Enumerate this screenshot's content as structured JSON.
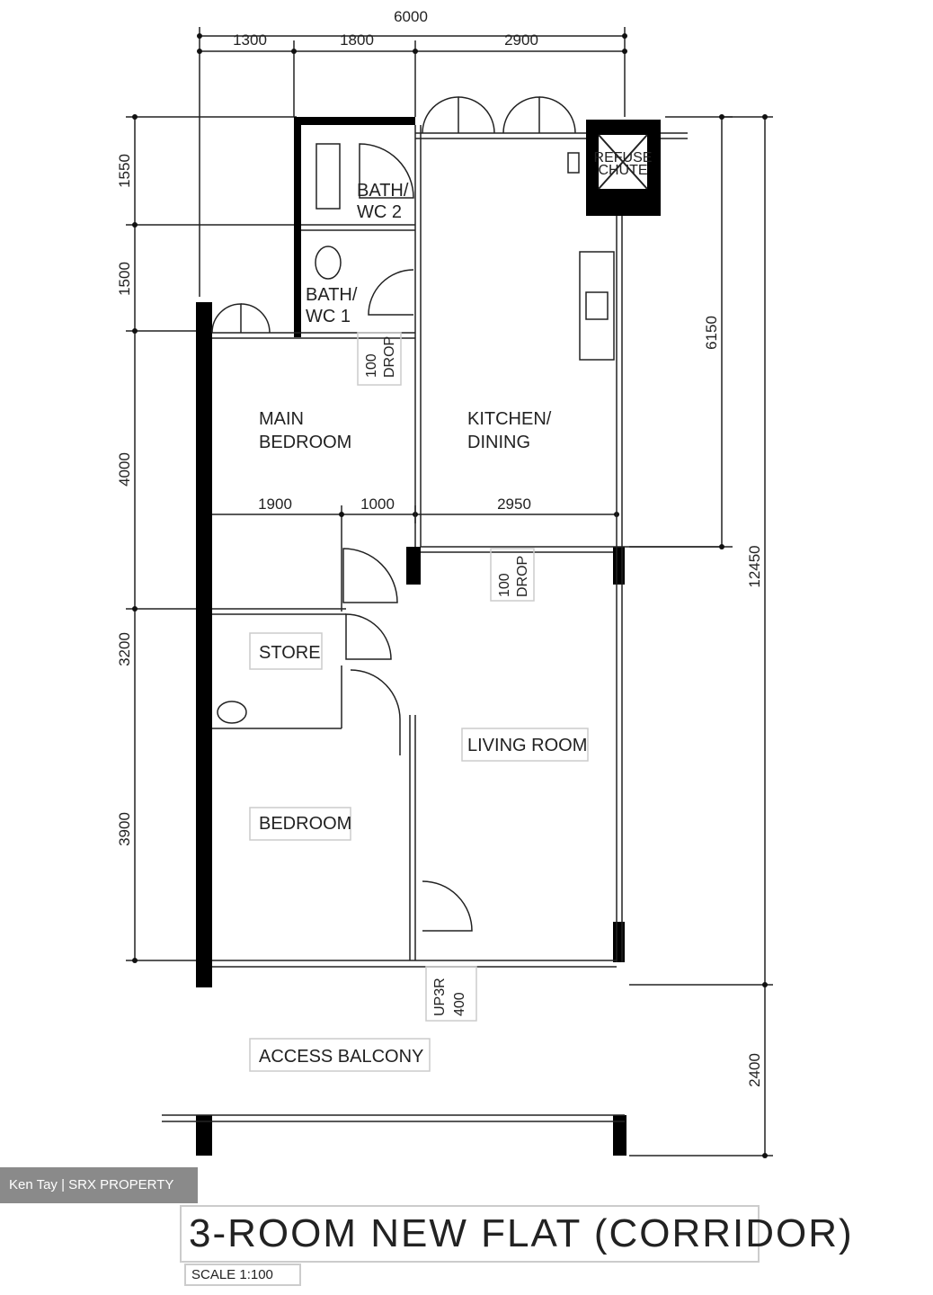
{
  "dimensions": {
    "top_total": "6000",
    "top_segments": [
      "1300",
      "1800",
      "2900"
    ],
    "left": [
      "1550",
      "1500",
      "4000",
      "3200",
      "3900"
    ],
    "right_kitchen": "6150",
    "right_total": "12450",
    "right_balcony": "2400",
    "inner": [
      "1900",
      "1000",
      "2950"
    ]
  },
  "rooms": {
    "bath_wc2": [
      "BATH/",
      "WC 2"
    ],
    "bath_wc1": [
      "BATH/",
      "WC 1"
    ],
    "refuse_chute": [
      "REFUSE",
      "CHUTE"
    ],
    "main_bedroom": [
      "MAIN",
      "BEDROOM"
    ],
    "kitchen": [
      "KITCHEN/",
      "DINING"
    ],
    "store": "STORE",
    "living_room": "LIVING ROOM",
    "bedroom": "BEDROOM",
    "access_balcony": "ACCESS  BALCONY"
  },
  "drops": {
    "drop1": [
      "100",
      "DROP"
    ],
    "drop2": [
      "100",
      "DROP"
    ],
    "step": [
      "UP3R",
      "400"
    ]
  },
  "watermark": "Ken Tay | SRX PROPERTY",
  "title": "3-ROOM NEW FLAT (CORRIDOR)",
  "scale": "SCALE  1:100"
}
